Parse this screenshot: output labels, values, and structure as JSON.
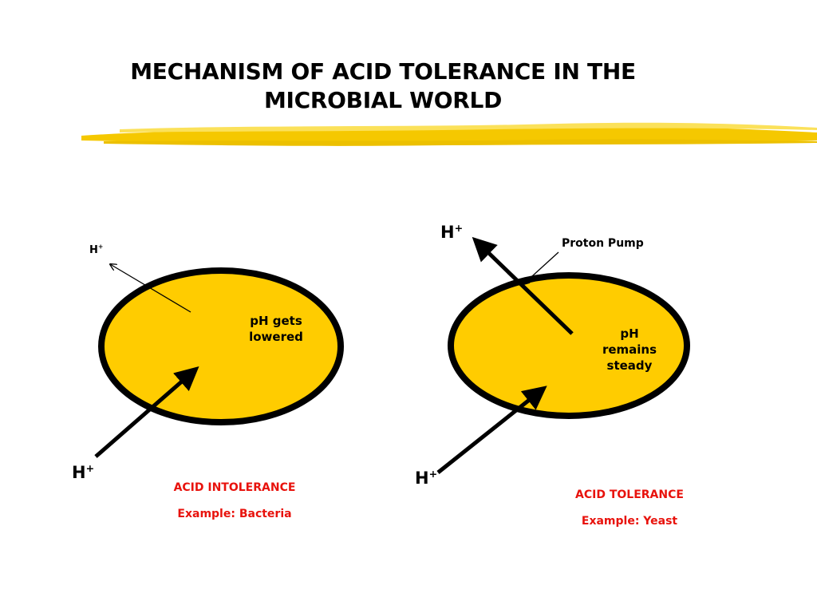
{
  "title": {
    "line1": "MECHANISM OF ACID TOLERANCE IN THE",
    "line2": "MICROBIAL WORLD"
  },
  "colors": {
    "cell_fill": "#ffcc00",
    "cell_outline": "#000000",
    "underline": "#f5c800",
    "caption_text": "#e8120c"
  },
  "left_panel": {
    "ion_out": {
      "symbol": "H",
      "charge": "+"
    },
    "ion_in": {
      "symbol": "H",
      "charge": "+"
    },
    "inside_text_line1": "pH gets",
    "inside_text_line2": "lowered",
    "caption_line1": "ACID INTOLERANCE",
    "caption_line2": "Example:  Bacteria"
  },
  "right_panel": {
    "ion_out": {
      "symbol": "H",
      "charge": "+"
    },
    "ion_in": {
      "symbol": "H",
      "charge": "+"
    },
    "pump_label": "Proton Pump",
    "inside_text_line1": "pH",
    "inside_text_line2": "remains",
    "inside_text_line3": "steady",
    "caption_line1": "ACID TOLERANCE",
    "caption_line2": "Example:  Yeast"
  }
}
